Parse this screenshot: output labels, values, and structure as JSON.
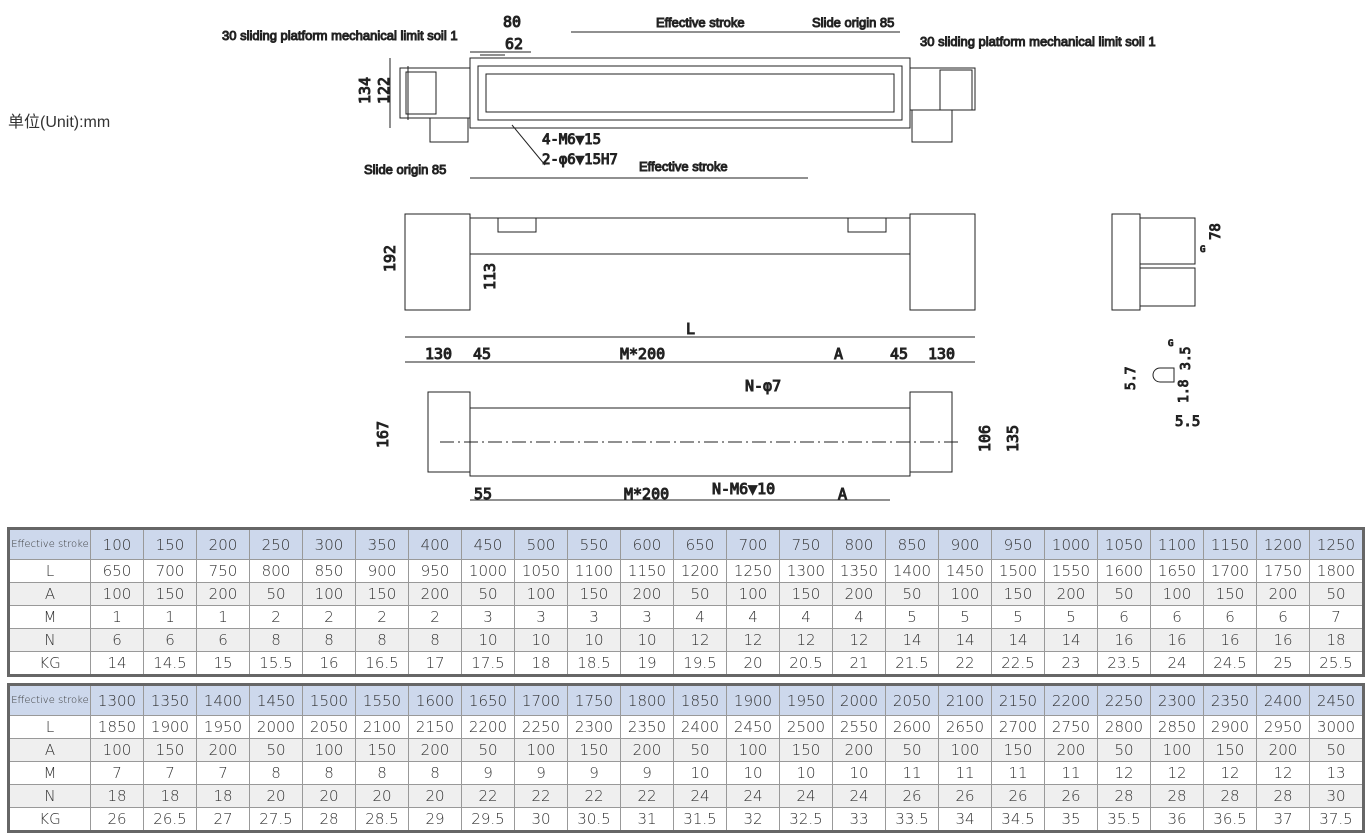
{
  "unit_label": "单位(Unit):mm",
  "top_view": {
    "left_limit": "30 sliding platform mechanical limit soil 1",
    "right_limit": "30 sliding platform mechanical limit soil 1",
    "dim_80": "80",
    "dim_62": "62",
    "effective_stroke_top": "Effective stroke",
    "slide_origin_top": "Slide origin 85",
    "dim_134": "134",
    "dim_122": "122",
    "hole1": "4-M6▼15",
    "hole2": "2-φ6▼15H7",
    "slide_origin_bottom": "Slide origin 85",
    "effective_stroke_bottom": "Effective stroke"
  },
  "front_view": {
    "dim_192": "192",
    "dim_113": "113"
  },
  "side_view": {
    "dim_78": "78",
    "g": "G"
  },
  "bottom_view": {
    "L": "L",
    "d130a": "130",
    "d45a": "45",
    "m200top": "M*200",
    "A_top": "A",
    "d45b": "45",
    "d130b": "130",
    "hole_top": "N-φ7",
    "dim_167": "167",
    "dim_106": "106",
    "dim_135": "135",
    "d55": "55",
    "m200bot": "M*200",
    "hole_bot": "N-M6▼10",
    "A_bot": "A"
  },
  "detail": {
    "g": "G",
    "d57": "5.7",
    "d35": "3.5",
    "d18": "1.8",
    "d55": "5.5"
  },
  "tables": [
    {
      "rows": [
        {
          "label": "Effective stroke",
          "values": [
            "100",
            "150",
            "200",
            "250",
            "300",
            "350",
            "400",
            "450",
            "500",
            "550",
            "600",
            "650",
            "700",
            "750",
            "800",
            "850",
            "900",
            "950",
            "1000",
            "1050",
            "1100",
            "1150",
            "1200",
            "1250"
          ]
        },
        {
          "label": "L",
          "values": [
            "650",
            "700",
            "750",
            "800",
            "850",
            "900",
            "950",
            "1000",
            "1050",
            "1100",
            "1150",
            "1200",
            "1250",
            "1300",
            "1350",
            "1400",
            "1450",
            "1500",
            "1550",
            "1600",
            "1650",
            "1700",
            "1750",
            "1800"
          ]
        },
        {
          "label": "A",
          "values": [
            "100",
            "150",
            "200",
            "50",
            "100",
            "150",
            "200",
            "50",
            "100",
            "150",
            "200",
            "50",
            "100",
            "150",
            "200",
            "50",
            "100",
            "150",
            "200",
            "50",
            "100",
            "150",
            "200",
            "50"
          ]
        },
        {
          "label": "M",
          "values": [
            "1",
            "1",
            "1",
            "2",
            "2",
            "2",
            "2",
            "3",
            "3",
            "3",
            "3",
            "4",
            "4",
            "4",
            "4",
            "5",
            "5",
            "5",
            "5",
            "6",
            "6",
            "6",
            "6",
            "7"
          ]
        },
        {
          "label": "N",
          "values": [
            "6",
            "6",
            "6",
            "8",
            "8",
            "8",
            "8",
            "10",
            "10",
            "10",
            "10",
            "12",
            "12",
            "12",
            "12",
            "14",
            "14",
            "14",
            "14",
            "16",
            "16",
            "16",
            "16",
            "18"
          ]
        },
        {
          "label": "KG",
          "values": [
            "14",
            "14.5",
            "15",
            "15.5",
            "16",
            "16.5",
            "17",
            "17.5",
            "18",
            "18.5",
            "19",
            "19.5",
            "20",
            "20.5",
            "21",
            "21.5",
            "22",
            "22.5",
            "23",
            "23.5",
            "24",
            "24.5",
            "25",
            "25.5"
          ]
        }
      ]
    },
    {
      "rows": [
        {
          "label": "Effective stroke",
          "values": [
            "1300",
            "1350",
            "1400",
            "1450",
            "1500",
            "1550",
            "1600",
            "1650",
            "1700",
            "1750",
            "1800",
            "1850",
            "1900",
            "1950",
            "2000",
            "2050",
            "2100",
            "2150",
            "2200",
            "2250",
            "2300",
            "2350",
            "2400",
            "2450"
          ]
        },
        {
          "label": "L",
          "values": [
            "1850",
            "1900",
            "1950",
            "2000",
            "2050",
            "2100",
            "2150",
            "2200",
            "2250",
            "2300",
            "2350",
            "2400",
            "2450",
            "2500",
            "2550",
            "2600",
            "2650",
            "2700",
            "2750",
            "2800",
            "2850",
            "2900",
            "2950",
            "3000"
          ]
        },
        {
          "label": "A",
          "values": [
            "100",
            "150",
            "200",
            "50",
            "100",
            "150",
            "200",
            "50",
            "100",
            "150",
            "200",
            "50",
            "100",
            "150",
            "200",
            "50",
            "100",
            "150",
            "200",
            "50",
            "100",
            "150",
            "200",
            "50"
          ]
        },
        {
          "label": "M",
          "values": [
            "7",
            "7",
            "7",
            "8",
            "8",
            "8",
            "8",
            "9",
            "9",
            "9",
            "9",
            "10",
            "10",
            "10",
            "10",
            "11",
            "11",
            "11",
            "11",
            "12",
            "12",
            "12",
            "12",
            "13"
          ]
        },
        {
          "label": "N",
          "values": [
            "18",
            "18",
            "18",
            "20",
            "20",
            "20",
            "20",
            "22",
            "22",
            "22",
            "22",
            "24",
            "24",
            "24",
            "24",
            "26",
            "26",
            "26",
            "26",
            "28",
            "28",
            "28",
            "28",
            "30"
          ]
        },
        {
          "label": "KG",
          "values": [
            "26",
            "26.5",
            "27",
            "27.5",
            "28",
            "28.5",
            "29",
            "29.5",
            "30",
            "30.5",
            "31",
            "31.5",
            "32",
            "32.5",
            "33",
            "33.5",
            "34",
            "34.5",
            "35",
            "35.5",
            "36",
            "36.5",
            "37",
            "37.5"
          ]
        }
      ]
    }
  ]
}
